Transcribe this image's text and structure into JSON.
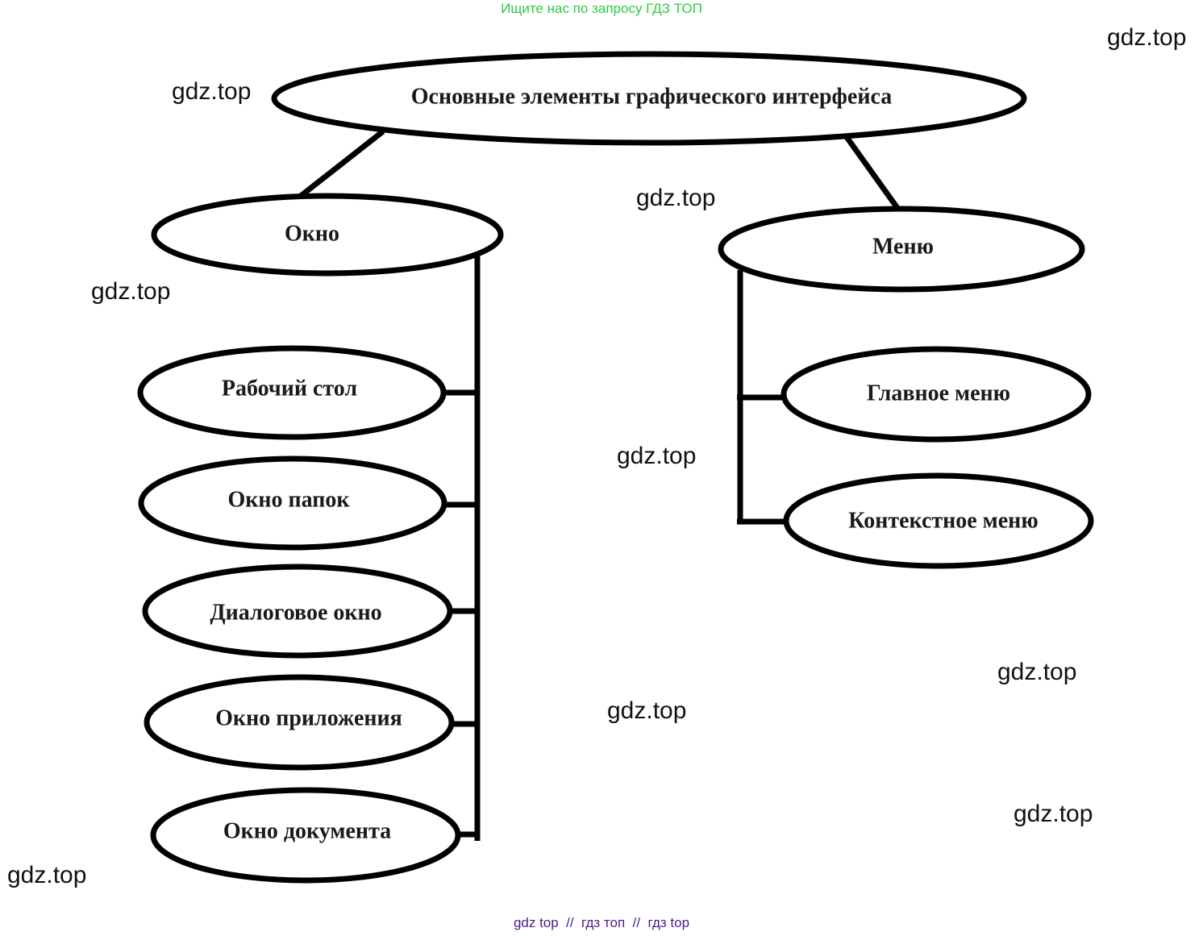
{
  "banner_top": "Ищите нас по запросу ГДЗ ТОП",
  "banner_bottom": "gdz top  //  гдз топ  //  гдз top",
  "watermark": "gdz.top",
  "diagram": {
    "root": "Основные элементы графического интерфейса",
    "branches": [
      {
        "label": "Окно",
        "children": [
          "Рабочий стол",
          "Окно папок",
          "Диалоговое окно",
          "Окно приложения",
          "Окно документа"
        ]
      },
      {
        "label": "Меню",
        "children": [
          "Главное меню",
          "Контекстное меню"
        ]
      }
    ]
  }
}
